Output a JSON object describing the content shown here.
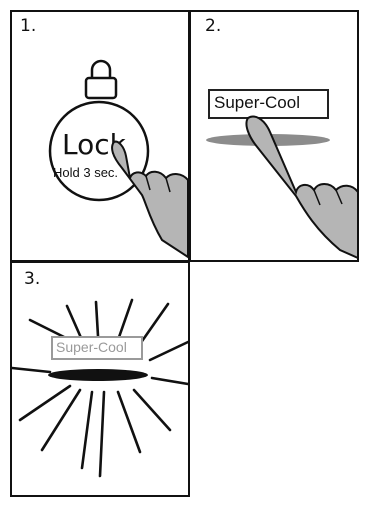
{
  "panels": [
    {
      "number": "1.",
      "lock_text": "Lock",
      "hold_text": "Hold 3 sec."
    },
    {
      "number": "2.",
      "button_text": "Super-Cool"
    },
    {
      "number": "3.",
      "button_text": "Super-Cool"
    }
  ],
  "icons": {
    "lock": "lock-icon",
    "hand": "pointing-hand-icon"
  }
}
